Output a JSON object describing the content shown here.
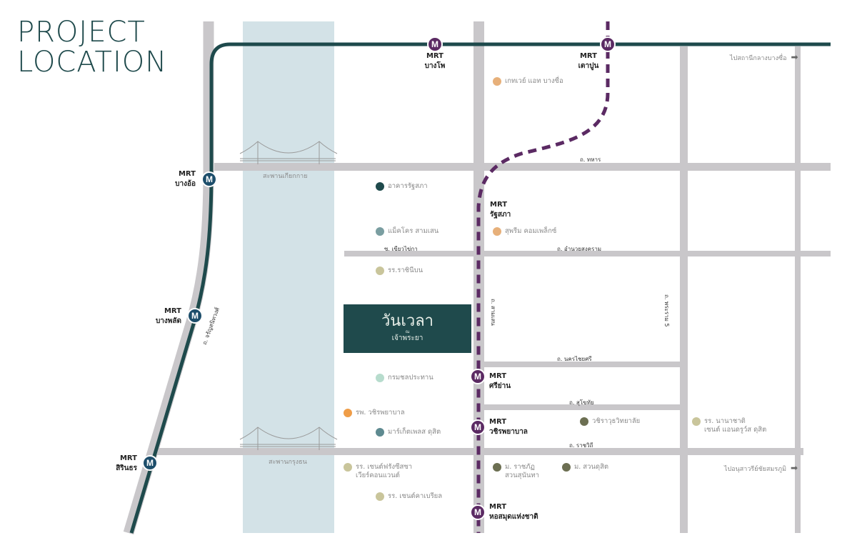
{
  "title": {
    "line1": "PROJECT",
    "line2": "LOCATION"
  },
  "project": {
    "name": "วันเวลา",
    "connector": "ณ",
    "subtitle": "เจ้าพระยา"
  },
  "colors": {
    "green_line": "#1e4a4c",
    "purple_line": "#5b2a63",
    "road": "#c9c7ca",
    "river": "#d3e2e7",
    "project_box": "#1f4a4c"
  },
  "mrt_stations": [
    {
      "line": "MRT",
      "name": "บางโพ"
    },
    {
      "line": "MRT",
      "name": "เตาปูน"
    },
    {
      "line": "MRT",
      "name": "บางอ้อ"
    },
    {
      "line": "MRT",
      "name": "รัฐสภา"
    },
    {
      "line": "MRT",
      "name": "บางพลัด"
    },
    {
      "line": "MRT",
      "name": "ศรีย่าน"
    },
    {
      "line": "MRT",
      "name": "วชิรพยาบาล"
    },
    {
      "line": "MRT",
      "name": "สิรินธร"
    },
    {
      "line": "MRT",
      "name": "หอสมุดแห่งชาติ"
    }
  ],
  "station_icon": "M",
  "roads": {
    "thahan": "ถ. ทหาร",
    "soi_choei": "ซ. เขียวไข่กา",
    "amnuay": "ถ. อำนวยสงคราม",
    "samsen": "ถ. สามเสน",
    "rama5": "ถ. พระราม 5",
    "nakhon": "ถ. นครไชยศรี",
    "sukhothai": "ถ. สุโขทัย",
    "ratchawithi": "ถ. ราชวิถี",
    "charan": "ถ. จรัญสนิทวงศ์"
  },
  "bridges": {
    "upper": "สะพานเกียกกาย",
    "lower": "สะพานกรุงธน"
  },
  "directions": {
    "top": "ไปสถานีกลางบางซื่อ",
    "bottom": "ไปอนุสาวรีย์ชัยสมรภูมิ"
  },
  "pois": [
    {
      "name": "เกทเวย์ แอท บางซื่อ",
      "color": "#e7b07a"
    },
    {
      "name": "อาคารรัฐสภา",
      "color": "#1f4a4c"
    },
    {
      "name": "แม็คโคร สามเสน",
      "color": "#7a9ea1"
    },
    {
      "name": "สุพรีม คอมเพล็กซ์",
      "color": "#e7b07a"
    },
    {
      "name": "รร.ราชินีบน",
      "color": "#c9c59b"
    },
    {
      "name": "กรมชลประทาน",
      "color": "#b7dccd"
    },
    {
      "name": "รพ. วชิรพยาบาล",
      "color": "#ef9d48"
    },
    {
      "name": "มาร์เก็ตเพลส ดุสิต",
      "color": "#5e8a90"
    },
    {
      "name": "วชิราวุธวิทยาลัย",
      "color": "#6c6f52"
    },
    {
      "name": "รร. นานาชาติ",
      "name2": "เซนต์ แอนดรูว์ส ดุสิต",
      "color": "#c9c59b"
    },
    {
      "name": "รร. เซนต์ฟรังซีสซาเวียร์คอนแวนต์",
      "name2": "",
      "color": "#c9c59b"
    },
    {
      "name": "ม. ราชภัฏ",
      "name2": "สวนสุนันทา",
      "color": "#6c6f52"
    },
    {
      "name": "ม. สวนดุสิต",
      "color": "#6c6f52"
    },
    {
      "name": "รร. เซนต์คาเบรียล",
      "color": "#c9c59b"
    }
  ]
}
